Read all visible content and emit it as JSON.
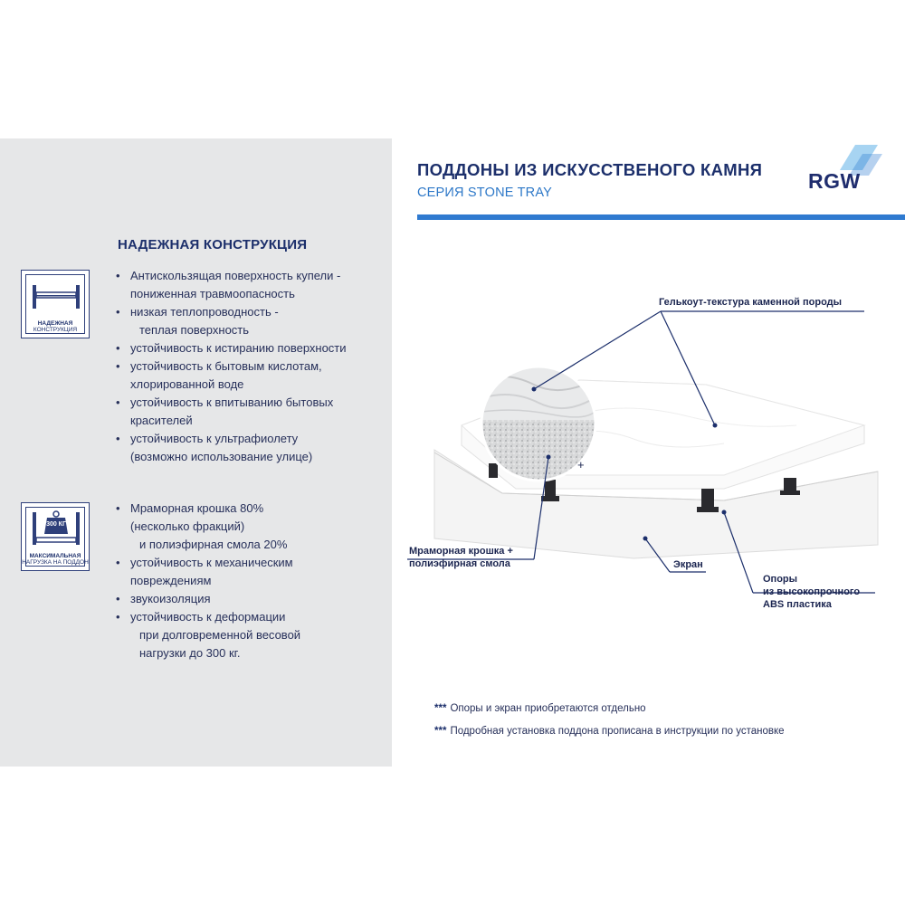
{
  "header": {
    "title": "ПОДДОНЫ ИЗ ИСКУССТВЕНОГО КАМНЯ",
    "subtitle": "СЕРИЯ STONE TRAY",
    "logo": "RGW"
  },
  "section": {
    "title": "НАДЕЖНАЯ КОНСТРУКЦИЯ"
  },
  "badges": [
    {
      "icon": "shelf-icon",
      "line1": "НАДЕЖНАЯ",
      "line2": "КОНСТРУКЦИЯ"
    },
    {
      "icon": "weight-icon",
      "weight_label": "300 КГ",
      "line1": "МАКСИМАЛЬНАЯ",
      "line2": "НАГРУЗКА НА ПОДДОН"
    }
  ],
  "list1": [
    {
      "main": "Антискользящая поверхность купели -",
      "cont": "пониженная травмоопасность"
    },
    {
      "main": "низкая теплопроводность -",
      "cont": "теплая поверхность"
    },
    {
      "main": "устойчивость к истиранию поверхности"
    },
    {
      "main": "устойчивость к бытовым кислотам,",
      "cont": "хлорированной воде"
    },
    {
      "main": "устойчивость к впитыванию бытовых",
      "cont": "красителей"
    },
    {
      "main": "устойчивость к ультрафиолету",
      "cont": "(возможно использование улице)"
    }
  ],
  "list2": [
    {
      "main": "Мраморная крошка 80%",
      "cont": "(несколько фракций)",
      "cont2": "и полиэфирная смола 20%"
    },
    {
      "main": "устойчивость к механическим",
      "cont": "повреждениям"
    },
    {
      "main": "звукоизоляция"
    },
    {
      "main": "устойчивость к деформации",
      "cont": "при долговременной весовой",
      "cont2": "нагрузки до 300 кг."
    }
  ],
  "callouts": {
    "gelcoat": "Гелькоут-текстура каменной породы",
    "marble_line1": "Мраморная крошка +",
    "marble_line2": "полиэфирная смола",
    "screen": "Экран",
    "supports_line1": "Опоры",
    "supports_line2": "из высокопрочного",
    "supports_line3": "ABS пластика",
    "plus": "+"
  },
  "notes": [
    {
      "stars": "***",
      "text": "Опоры и экран приобретаются отдельно"
    },
    {
      "stars": "***",
      "text": "Подробная установка поддона прописана в инструкции по установке"
    }
  ],
  "colors": {
    "navy": "#1c2f6b",
    "accent_blue": "#2f7ad0",
    "panel_gray": "#e6e7e8"
  }
}
